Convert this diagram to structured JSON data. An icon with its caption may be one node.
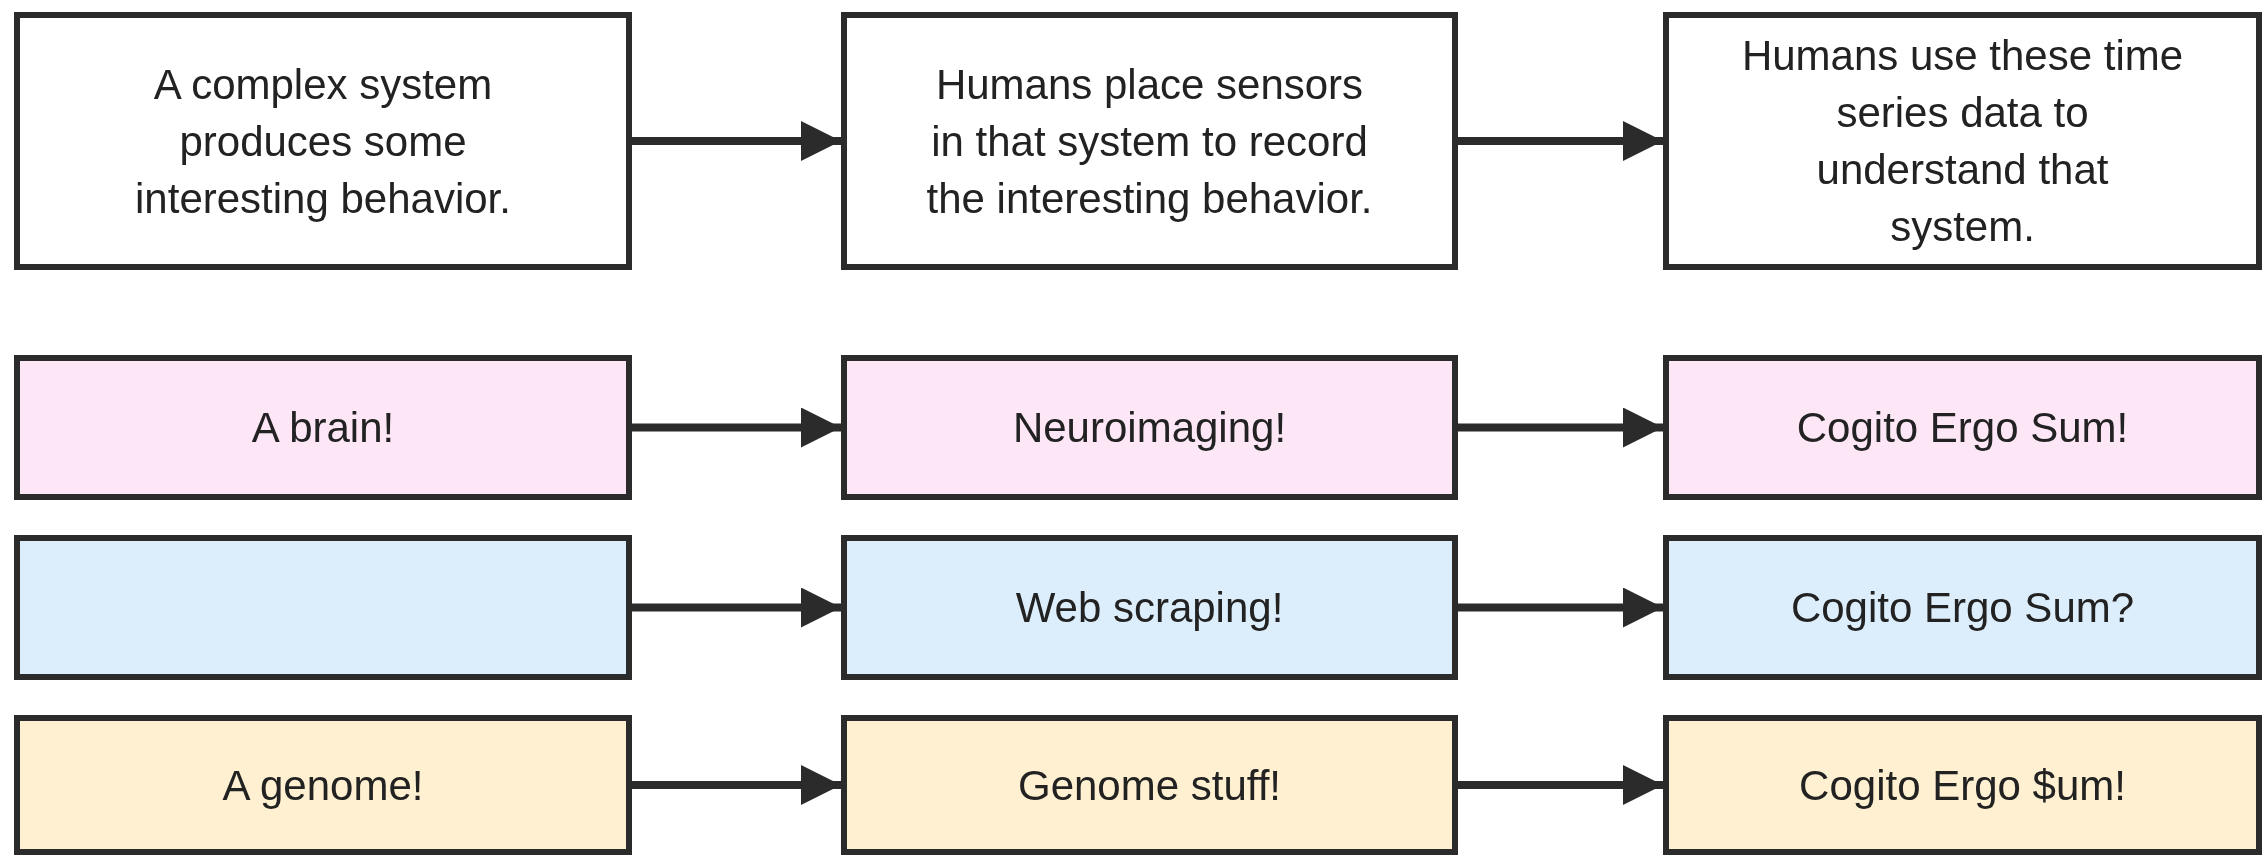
{
  "diagram": {
    "nodes": [
      {
        "text": [
          "A complex system produces some interesting behavior."
        ]
      },
      {
        "text": [
          "Humans place sensors in that system to record the interesting behavior."
        ]
      },
      {
        "text": [
          "Humans use these time series data to understand that system."
        ]
      },
      {
        "text": [
          "A brain!"
        ]
      },
      {
        "text": [
          "Neuroimaging!"
        ]
      },
      {
        "text": [
          "Cogito Ergo Sum!"
        ]
      },
      {
        "text": [],
        "shape": "box"
      },
      {
        "text": [
          "Web scraping!"
        ]
      },
      {
        "text": [
          "Cogito Ergo Sum?"
        ]
      },
      {
        "text": [
          "A genome!"
        ]
      },
      {
        "text": [
          "Genome stuff!"
        ]
      },
      {
        "text": [
          "Cogito Ergo $um!"
        ]
      }
    ],
    "edges": [
      {
        "from": 0,
        "to": 1,
        "arrow": "to"
      },
      {
        "from": 1,
        "to": 2,
        "arrow": "to"
      },
      {
        "from": 3,
        "to": 4,
        "arrow": "to"
      },
      {
        "from": 4,
        "to": 5,
        "arrow": "to"
      },
      {
        "from": 6,
        "to": 7,
        "arrow": "to"
      },
      {
        "from": 7,
        "to": 8,
        "arrow": "to"
      },
      {
        "from": 9,
        "to": 10,
        "arrow": "to"
      },
      {
        "from": 10,
        "to": 11,
        "arrow": "to"
      }
    ]
  }
}
